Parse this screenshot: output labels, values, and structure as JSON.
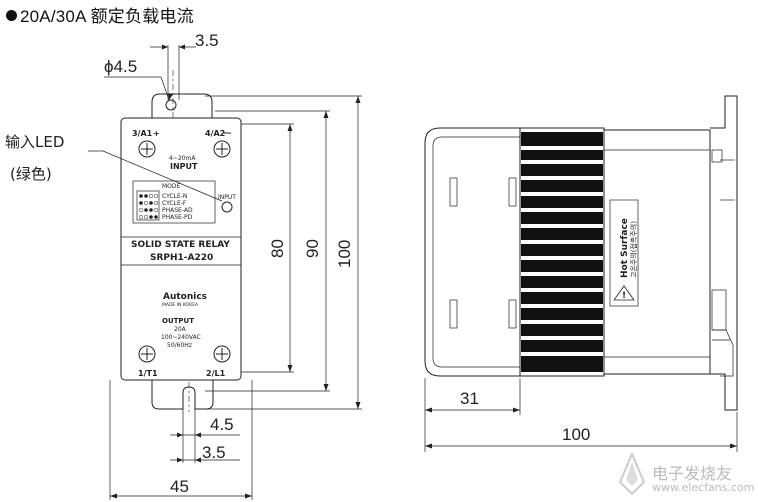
{
  "title": "20A/30A 额定负载电流",
  "callout": {
    "line1": "输入LED",
    "line2": "(绿色)"
  },
  "front": {
    "terminal_in_pos": "3/A1",
    "terminal_in_neg": "4/A2",
    "input_spec": "4~20mA",
    "input_label": "INPUT",
    "mode_label": "MODE",
    "modes": [
      "CYCLE-N",
      "CYCLE-F",
      "PHASE-AD",
      "PHASE-PD"
    ],
    "led_label": "INPUT",
    "product_type": "SOLID STATE RELAY",
    "model": "SRPH1-A220",
    "brand": "Autonics",
    "made_in": "MADE IN KOREA",
    "output_label": "OUTPUT",
    "output_current": "20A",
    "output_voltage": "100~240VAC",
    "output_freq": "50/60Hz",
    "terminal_out_1": "1/T1",
    "terminal_out_2": "2/L1"
  },
  "side": {
    "warning_title": "Hot Surface",
    "warning_ko": "고온주의(접촉주의)"
  },
  "dimensions": {
    "top_width": "3.5",
    "hole_dia": "ϕ4.5",
    "h80": "80",
    "h90": "90",
    "h100": "100",
    "slot_45": "4.5",
    "slot_35": "3.5",
    "width_45": "45",
    "depth_31": "31",
    "depth_100": "100"
  },
  "watermark": {
    "text": "电子发烧友",
    "url": "www.elecfans.com"
  }
}
